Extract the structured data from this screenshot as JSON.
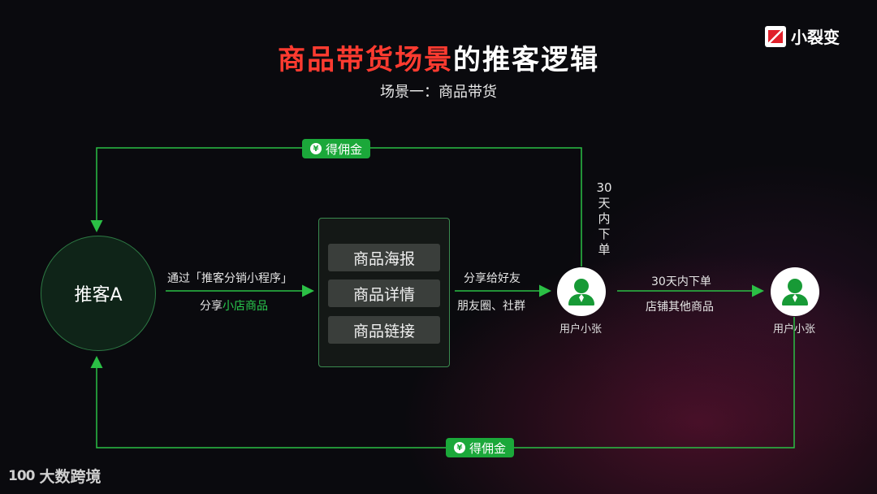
{
  "title": {
    "highlight": "商品带货场景",
    "rest": "的推客逻辑"
  },
  "subtitle": "场景一：商品带货",
  "logo": {
    "text": "小裂变"
  },
  "bottom_logo": {
    "mark": "100",
    "text": "大数跨境"
  },
  "nodes": {
    "promoter": "推客A",
    "products": [
      "商品海报",
      "商品详情",
      "商品链接"
    ],
    "user1": "用户小张",
    "user2": "用户小张"
  },
  "edges": {
    "promoter_to_products": {
      "line1": "通过「推客分销小程序」",
      "line2_prefix": "分享",
      "line2_highlight": "小店商品"
    },
    "products_to_user": {
      "line1": "分享给好友",
      "line2": "朋友圈、社群"
    },
    "user_to_user": {
      "line1": "30天内下单",
      "line2": "店铺其他商品"
    },
    "user1_vertical": "30天内下单",
    "commission_top": "得佣金",
    "commission_bottom": "得佣金"
  },
  "colors": {
    "accent_red": "#ff3b30",
    "green": "#1ba83a",
    "line_green": "#2bbf45"
  },
  "icons": {
    "yen": "yen-icon",
    "user": "user-icon",
    "arrow": "arrow-icon"
  }
}
